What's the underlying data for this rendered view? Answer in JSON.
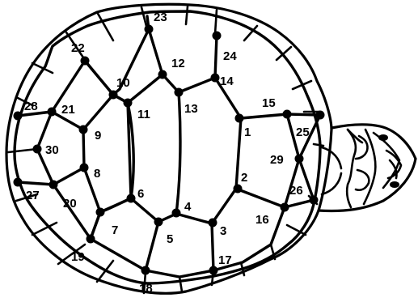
{
  "landmarks": [
    {
      "id": "1",
      "label": "1"
    },
    {
      "id": "2",
      "label": "2"
    },
    {
      "id": "3",
      "label": "3"
    },
    {
      "id": "4",
      "label": "4"
    },
    {
      "id": "5",
      "label": "5"
    },
    {
      "id": "6",
      "label": "6"
    },
    {
      "id": "7",
      "label": "7"
    },
    {
      "id": "8",
      "label": "8"
    },
    {
      "id": "9",
      "label": "9"
    },
    {
      "id": "10",
      "label": "10"
    },
    {
      "id": "11",
      "label": "11"
    },
    {
      "id": "12",
      "label": "12"
    },
    {
      "id": "13",
      "label": "13"
    },
    {
      "id": "14",
      "label": "14"
    },
    {
      "id": "15",
      "label": "15"
    },
    {
      "id": "16",
      "label": "16"
    },
    {
      "id": "17",
      "label": "17"
    },
    {
      "id": "18",
      "label": "18"
    },
    {
      "id": "19",
      "label": "19"
    },
    {
      "id": "20",
      "label": "20"
    },
    {
      "id": "21",
      "label": "21"
    },
    {
      "id": "22",
      "label": "22"
    },
    {
      "id": "23",
      "label": "23"
    },
    {
      "id": "24",
      "label": "24"
    },
    {
      "id": "25",
      "label": "25"
    },
    {
      "id": "26",
      "label": "26"
    },
    {
      "id": "27",
      "label": "27"
    },
    {
      "id": "28",
      "label": "28"
    },
    {
      "id": "29",
      "label": "29"
    },
    {
      "id": "30",
      "label": "30"
    }
  ],
  "colors": {
    "stroke": "#000000",
    "background": "#ffffff"
  }
}
